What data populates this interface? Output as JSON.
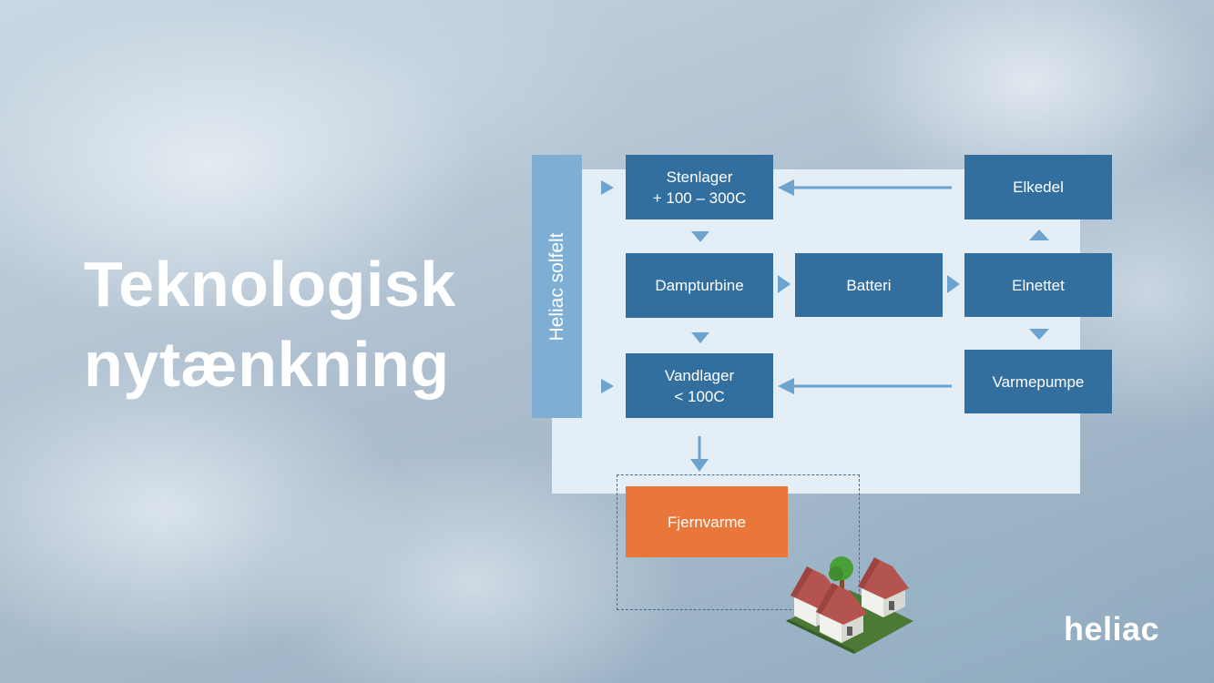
{
  "title": {
    "line1": "Teknologisk",
    "line2": "nytænkning"
  },
  "diagram": {
    "source_label": "Heliac solfelt",
    "nodes": {
      "stenlager": {
        "line1": "Stenlager",
        "line2": "+ 100 – 300C"
      },
      "dampturbine": {
        "label": "Dampturbine"
      },
      "batteri": {
        "label": "Batteri"
      },
      "elnettet": {
        "label": "Elnettet"
      },
      "elkedel": {
        "label": "Elkedel"
      },
      "varmepumpe": {
        "label": "Varmepumpe"
      },
      "vandlager": {
        "line1": "Vandlager",
        "line2": "< 100C"
      },
      "fjernvarme": {
        "label": "Fjernvarme"
      }
    },
    "colors": {
      "node": "#336f9e",
      "highlight": "#ea773a",
      "arrow": "#6da3cf",
      "panel": "#e4eef6",
      "source": "#7eaed3"
    }
  },
  "logo": {
    "text": "heliac"
  }
}
